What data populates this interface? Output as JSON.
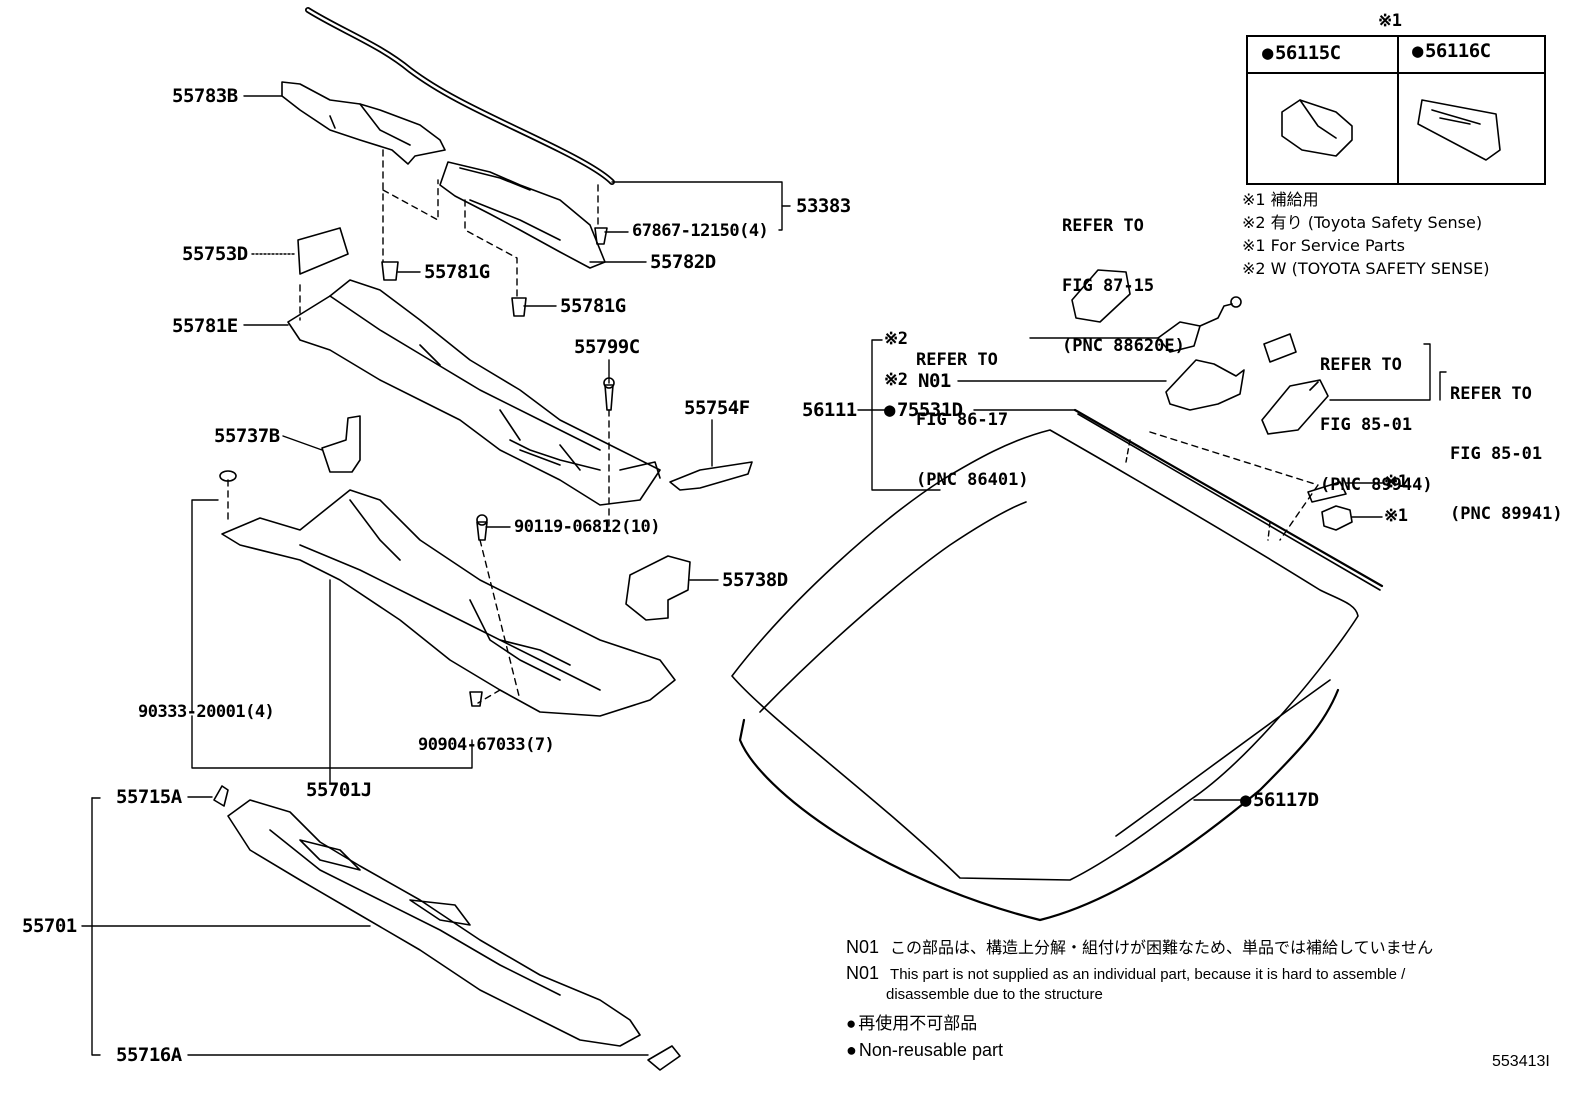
{
  "labels": {
    "p55783B": "55783B",
    "p53383": "53383",
    "p67867": "67867-12150(4)",
    "p55753D": "55753D",
    "p55781G_a": "55781G",
    "p55782D": "55782D",
    "p55781G_b": "55781G",
    "p55781E": "55781E",
    "p55799C": "55799C",
    "p55754F": "55754F",
    "p55737B": "55737B",
    "p90119": "90119-06812(10)",
    "p55738D": "55738D",
    "p90333": "90333-20001(4)",
    "p90904": "90904-67033(7)",
    "p55701J": "55701J",
    "p55715A": "55715A",
    "p55701": "55701",
    "p55716A": "55716A",
    "p56111": "56111",
    "p75531D": "75531D",
    "pN01": "N01",
    "p56117D": "56117D",
    "pX1a": "※1",
    "pX1b": "※1",
    "pX2a": "※2",
    "pX2b": "※2"
  },
  "refs": {
    "r87": [
      "REFER TO",
      "FIG 87-15",
      "(PNC 88620E)"
    ],
    "r86": [
      "REFER TO",
      "FIG 86-17",
      "(PNC 86401)"
    ],
    "r85a": [
      "REFER TO",
      "FIG 85-01",
      "(PNC 89944)"
    ],
    "r85b": [
      "REFER TO",
      "FIG 85-01",
      "(PNC 89941)"
    ]
  },
  "inset": {
    "mark": "※1",
    "left_part": "56115C",
    "right_part": "56116C"
  },
  "notes": {
    "n1": "※1 補給用",
    "n2": "※2 有り (Toyota Safety Sense)",
    "n3": "※1 For Service Parts",
    "n4": "※2 W (TOYOTA SAFETY SENSE)"
  },
  "legend": {
    "n01_code": "N01",
    "n01_jp": "この部品は、構造上分解・組付けが困難なため、単品では補給していません",
    "n01_en_1": "This part is not supplied as an individual part, because it is hard to assemble /",
    "n01_en_2": "disassemble due to the structure",
    "nr_jp": "再使用不可部品",
    "nr_en": "Non-reusable part"
  },
  "figure_id": "553413I"
}
